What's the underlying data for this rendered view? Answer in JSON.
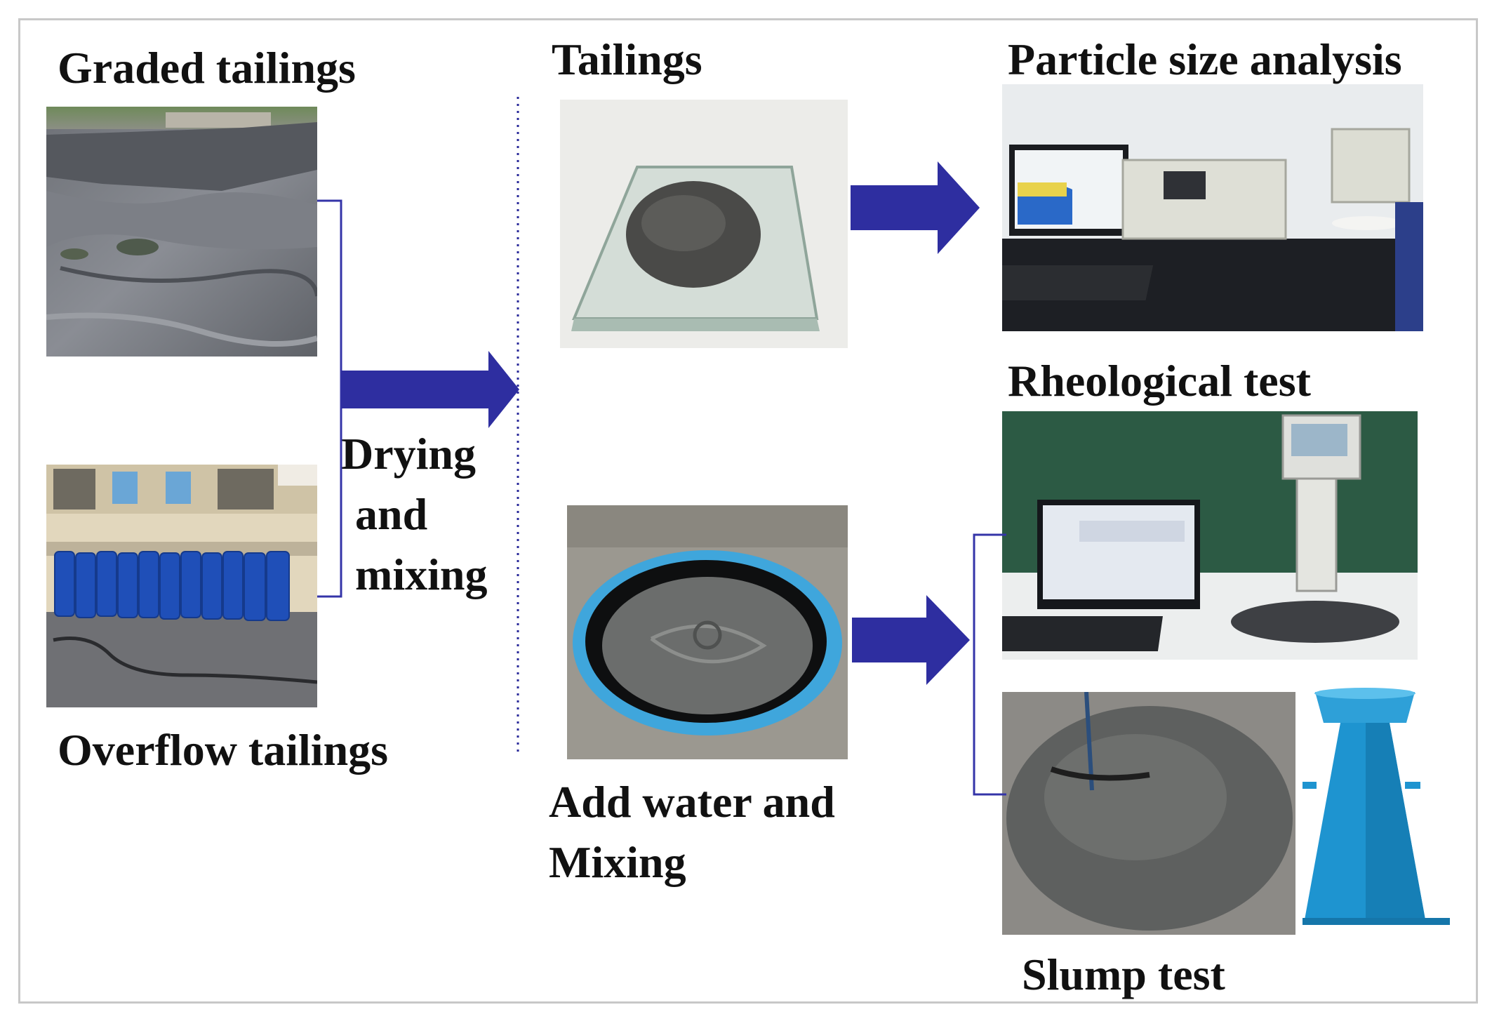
{
  "labels": {
    "graded_tailings": "Graded tailings",
    "overflow_tailings": "Overflow tailings",
    "drying_and_mixing": [
      "Drying",
      "and",
      "mixing"
    ],
    "tailings": "Tailings",
    "add_water_and_mixing": [
      "Add water and",
      "Mixing"
    ],
    "particle_size_analysis": "Particle size analysis",
    "rheological_test": "Rheological test",
    "slump_test": "Slump test"
  },
  "colors": {
    "arrow": "#2e2ea0",
    "bracket": "#3434a8",
    "divider": "#2a2a9a",
    "frame": "#c8c8c8"
  }
}
